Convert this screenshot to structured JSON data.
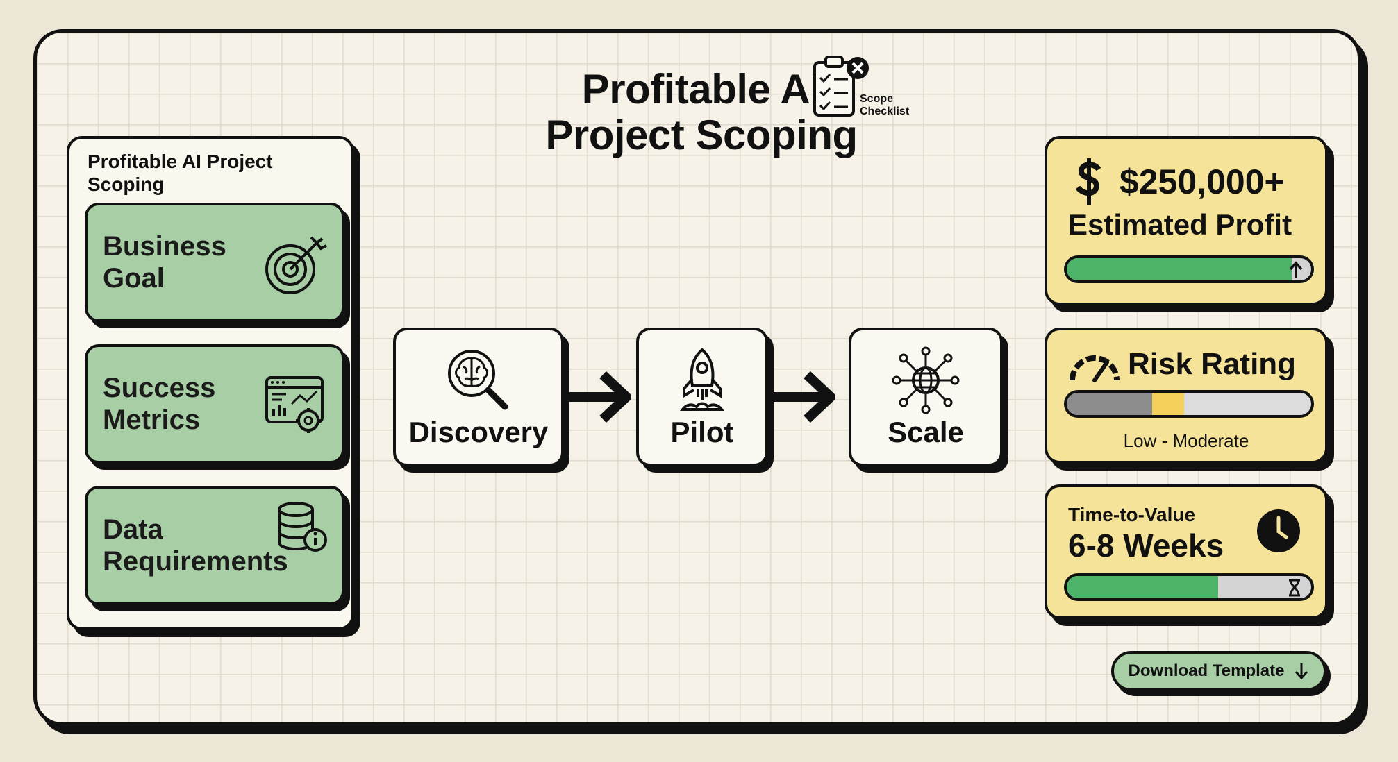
{
  "header": {
    "title": "Profitable AI Project Scoping",
    "checklist_icon": "clipboard-checklist-icon",
    "checklist_label": "Scope Checklist"
  },
  "panel": {
    "title": "Profitable AI Project Scoping",
    "items": [
      {
        "label": "Business Goal",
        "icon": "target-arrow-icon"
      },
      {
        "label": "Success Metrics",
        "icon": "dashboard-gear-icon"
      },
      {
        "label": "Data Requirements",
        "icon": "database-info-icon"
      }
    ],
    "card_color": "#a8cea5"
  },
  "flow": {
    "steps": [
      {
        "label": "Discovery",
        "icon": "brain-magnifier-icon"
      },
      {
        "label": "Pilot",
        "icon": "rocket-icon"
      },
      {
        "label": "Scale",
        "icon": "globe-network-icon"
      }
    ],
    "connector": "arrow-right-icon"
  },
  "stats": {
    "profit": {
      "value": "$250,000+",
      "label": "Estimated Profit",
      "progress": 0.92,
      "icon": "dollar-icon",
      "trend_icon": "arrow-up-icon"
    },
    "risk": {
      "title": "Risk Rating",
      "range": "Low - Moderate",
      "level_start": 0.35,
      "level_end": 0.48,
      "icon": "gauge-icon"
    },
    "time_to_value": {
      "label": "Time-to-Value",
      "value": "6-8 Weeks",
      "progress": 0.62,
      "icon": "clock-icon",
      "end_icon": "hourglass-icon"
    },
    "card_color": "#f6e39a",
    "fill_color": "#4cb369",
    "risk_fill_color": "#f3cf5b"
  },
  "download": {
    "label": "Download Template",
    "icon": "arrow-down-icon"
  }
}
